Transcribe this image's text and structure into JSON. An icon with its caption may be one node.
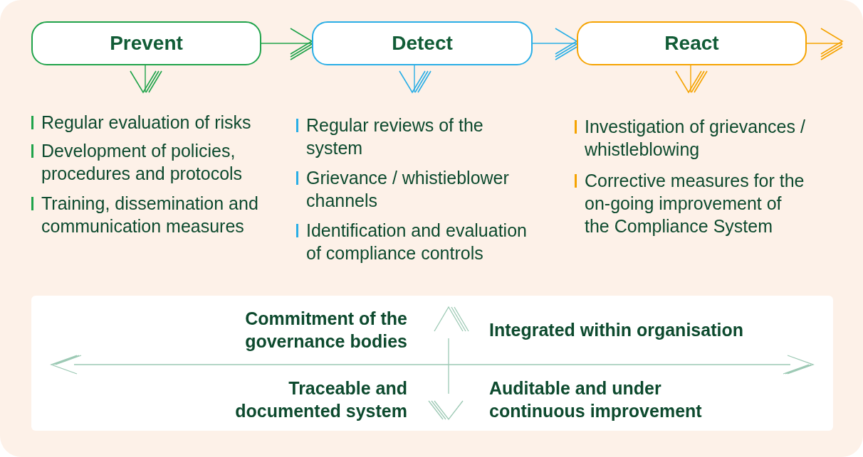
{
  "diagram": {
    "nodes": [
      {
        "text": [
          "Prevent"
        ]
      },
      {
        "text": [
          "Detect"
        ]
      },
      {
        "text": [
          "React"
        ]
      },
      {
        "text": [
          "Commitment of the governance bodies",
          "Integrated within organisation",
          "Traceable and documented system",
          "Auditable and under continuous improvement"
        ]
      }
    ],
    "edges": [
      {
        "from": 0,
        "to": 1,
        "arrow": "to",
        "color": "#1fa34a"
      },
      {
        "from": 1,
        "to": 2,
        "arrow": "to",
        "color": "#29aee6"
      },
      {
        "from": 2,
        "to": null,
        "arrow": "to",
        "color": "#f5a300"
      },
      {
        "from": 0,
        "to": null,
        "arrow": "to",
        "color": "#1fa34a"
      },
      {
        "from": 1,
        "to": null,
        "arrow": "to",
        "color": "#29aee6"
      },
      {
        "from": 2,
        "to": null,
        "arrow": "to",
        "color": "#f5a300"
      }
    ],
    "labels": [
      "Regular evaluation of risks",
      "Development of policies, procedures and protocols",
      "Training, dissemination and communication measures",
      "Regular reviews of the system",
      "Grievance / whistieblower channels",
      "Identification and evaluation of compliance controls",
      "Investigation of grievances / whistleblowing",
      "Corrective measures for the on-going improvement of the Compliance System"
    ]
  }
}
